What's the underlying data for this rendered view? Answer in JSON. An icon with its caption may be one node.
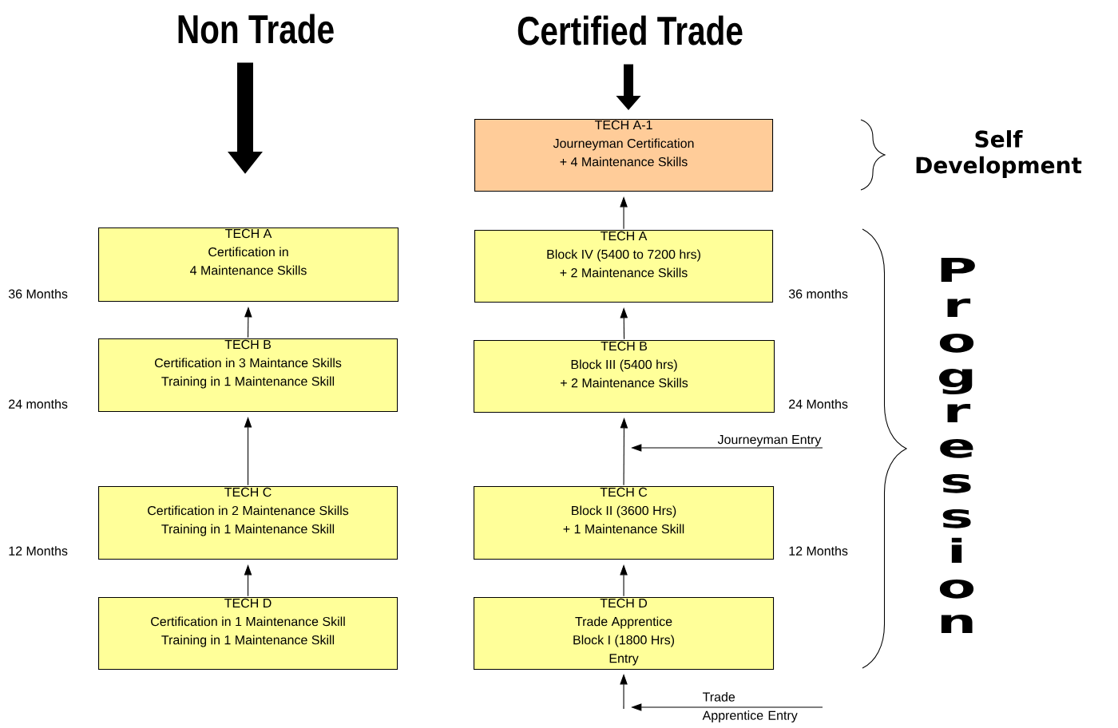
{
  "diagram": {
    "nodes": [
      {
        "text": [
          "Non Trade"
        ]
      },
      {
        "text": [
          "Certified Trade"
        ]
      },
      {
        "text": [
          "TECH A-1",
          "Journeyman Certification",
          "+ 4 Maintenance Skills"
        ]
      },
      {
        "text": [
          "TECH A",
          "Certification in",
          "4 Maintenance Skills"
        ]
      },
      {
        "text": [
          "TECH B",
          "Certification in 3 Maintance Skills",
          "Training in 1 Maintenance Skill"
        ]
      },
      {
        "text": [
          "TECH C",
          "Certification in 2 Maintenance Skills",
          "Training in 1 Maintenance Skill"
        ]
      },
      {
        "text": [
          "TECH D",
          "Certification in 1 Maintenance Skill",
          "Training in 1 Maintenance Skill"
        ]
      },
      {
        "text": [
          "TECH A",
          "Block IV (5400 to 7200 hrs)",
          "+ 2 Maintenance Skills"
        ]
      },
      {
        "text": [
          "TECH B",
          "Block III (5400 hrs)",
          "+ 2 Maintenance Skills"
        ]
      },
      {
        "text": [
          "TECH C",
          "Block II (3600 Hrs)",
          "+ 1 Maintenance Skill"
        ]
      },
      {
        "text": [
          "TECH D",
          "Trade Apprentice",
          "Block I (1800 Hrs)",
          "Entry"
        ]
      },
      {
        "text": [
          "Journeyman Entry"
        ]
      },
      {
        "text": [
          "Trade Apprentice Entry"
        ]
      }
    ],
    "edges": [
      {
        "from": 0,
        "to": null,
        "arrow": "to",
        "style": "thick"
      },
      {
        "from": 1,
        "to": 2,
        "arrow": "to",
        "style": "thick"
      },
      {
        "from": 4,
        "to": 3,
        "arrow": "to"
      },
      {
        "from": 5,
        "to": 4,
        "arrow": "to"
      },
      {
        "from": 6,
        "to": 5,
        "arrow": "to"
      },
      {
        "from": 7,
        "to": 2,
        "arrow": "to"
      },
      {
        "from": 8,
        "to": 7,
        "arrow": "to"
      },
      {
        "from": 9,
        "to": 8,
        "arrow": "to"
      },
      {
        "from": 10,
        "to": 9,
        "arrow": "to"
      },
      {
        "from": null,
        "to": 10,
        "arrow": "to"
      },
      {
        "from": 11,
        "to": null,
        "arrow": "to"
      },
      {
        "from": 12,
        "to": null,
        "arrow": "to"
      }
    ],
    "labels": [
      "Self Development",
      "36 Months",
      "36 months",
      "24 months",
      "24 Months",
      "Progression",
      "12 Months",
      "12 Months"
    ]
  }
}
